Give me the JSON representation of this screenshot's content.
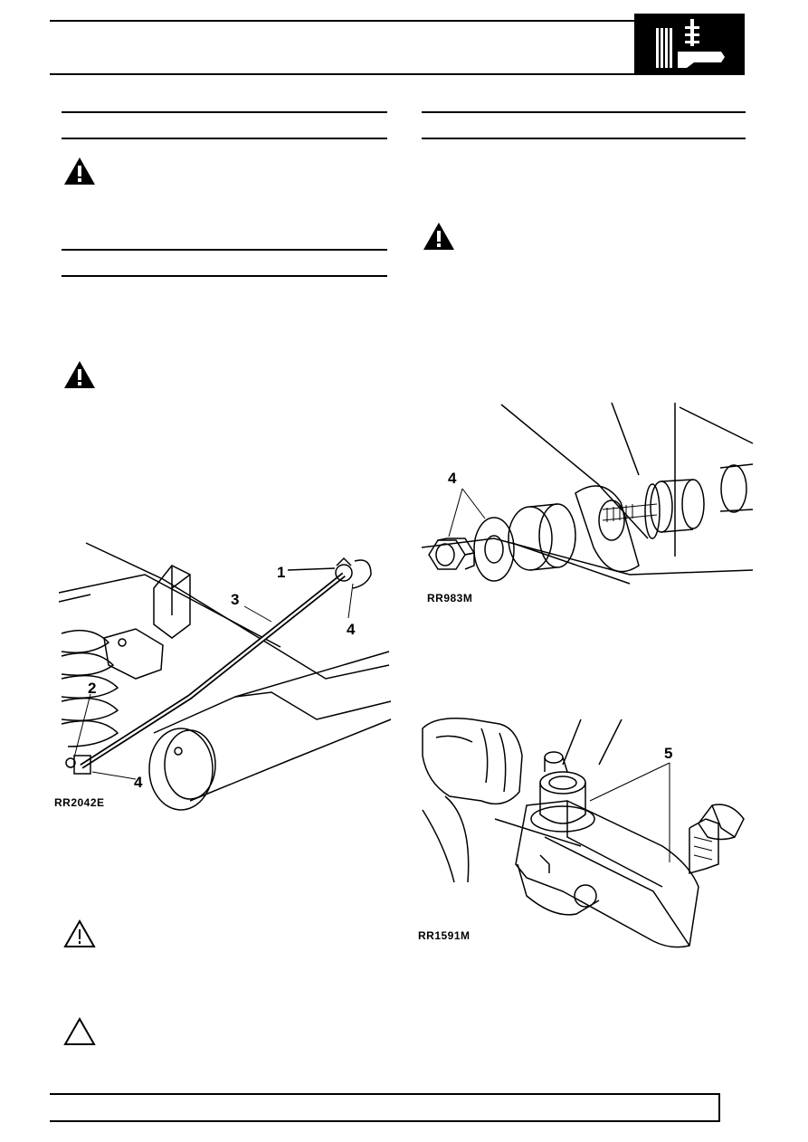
{
  "header": {
    "section_icon": "suspension-section-icon"
  },
  "figures": [
    {
      "caption": "RR2042E",
      "callouts": [
        "1",
        "2",
        "3",
        "4",
        "4"
      ]
    },
    {
      "caption": "RR983M",
      "callouts": [
        "4"
      ]
    },
    {
      "caption": "RR1591M",
      "callouts": [
        "5"
      ]
    }
  ],
  "icons": {
    "warning_filled": "warning-triangle-filled-icon",
    "caution_outline": "caution-triangle-outline-icon",
    "note_outline": "note-triangle-outline-icon"
  }
}
